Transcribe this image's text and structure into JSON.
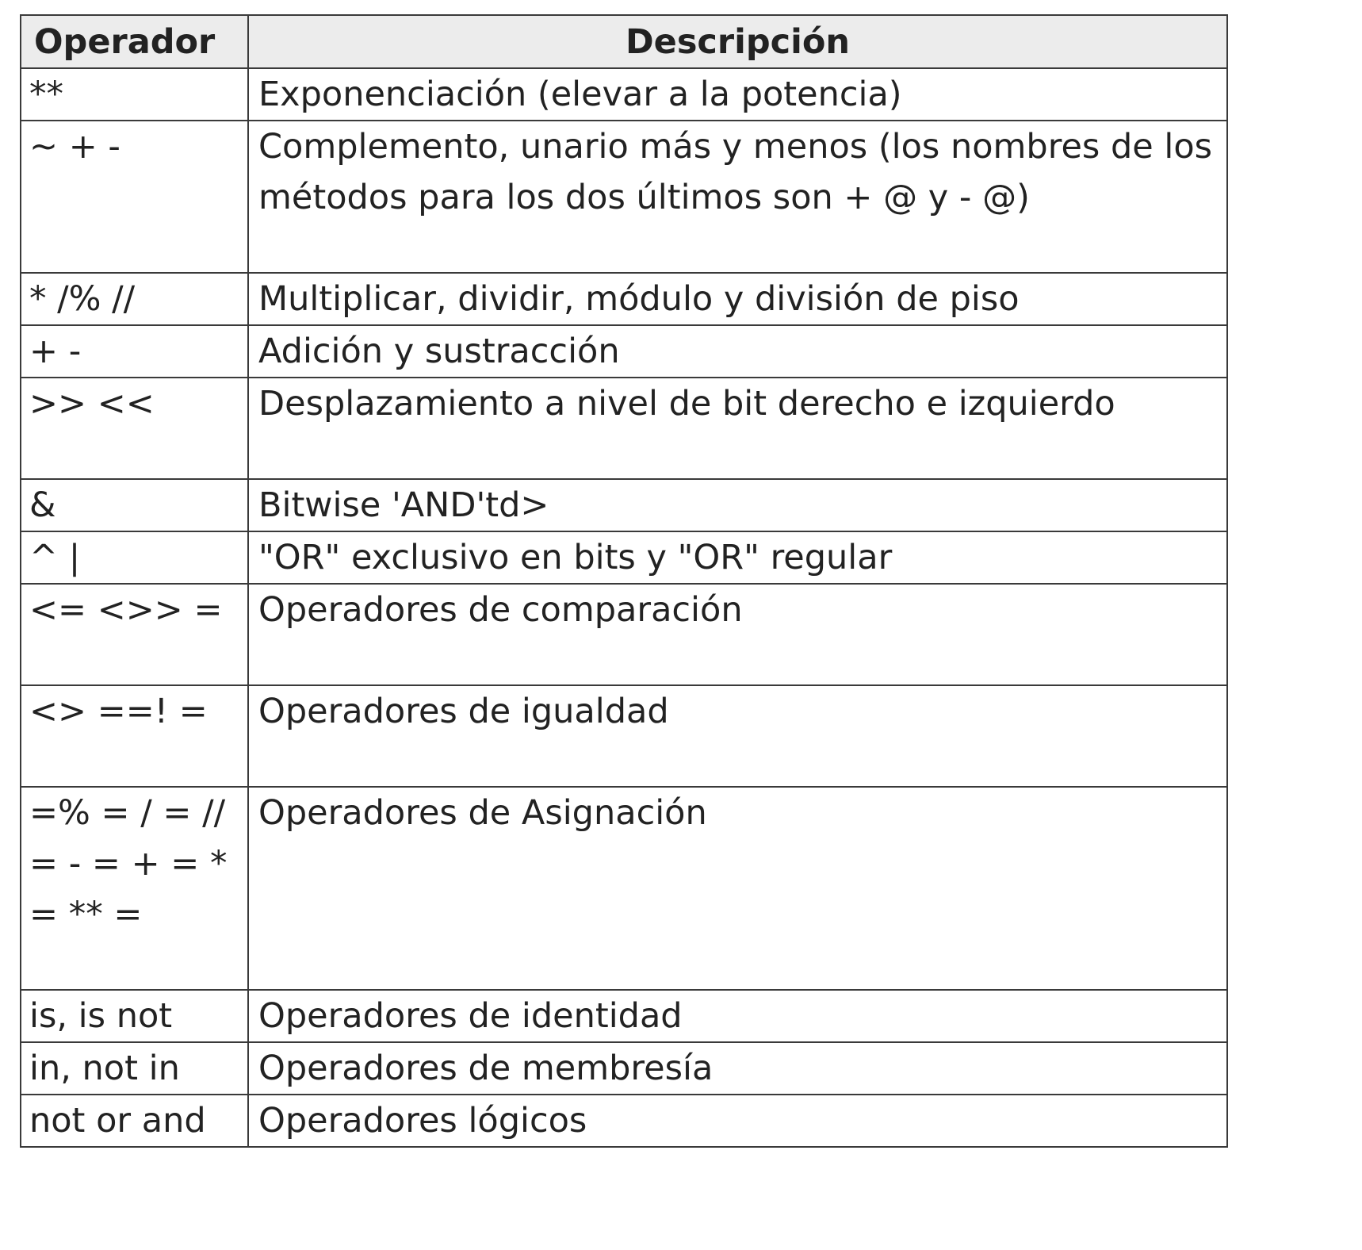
{
  "table": {
    "headers": {
      "operator": "Operador",
      "description": "Descripción"
    },
    "rows": [
      {
        "operator": "**",
        "description": "Exponenciación (elevar a la potencia)"
      },
      {
        "operator": "~ + -",
        "description": "Complemento, unario más y menos (los nombres de los métodos para los dos últimos son + @ y - @)"
      },
      {
        "operator": "* /% //",
        "description": "Multiplicar, dividir, módulo y división de piso"
      },
      {
        "operator": "+ -",
        "description": "Adición y sustracción"
      },
      {
        "operator": ">> <<",
        "description": "Desplazamiento a nivel de bit derecho e izquierdo"
      },
      {
        "operator": "&",
        "description": "Bitwise 'AND'td>"
      },
      {
        "operator": "^ |",
        "description": "\"OR\" exclusivo en bits y \"OR\" regular"
      },
      {
        "operator": "<= <>> =",
        "description": "Operadores de comparación"
      },
      {
        "operator": "<> ==! =",
        "description": "Operadores de igualdad"
      },
      {
        "operator": "=% = / = // = - = + = * = ** =",
        "description": "Operadores de Asignación"
      },
      {
        "operator": "is, is not",
        "description": "Operadores de identidad"
      },
      {
        "operator": "in, not in",
        "description": "Operadores de membresía"
      },
      {
        "operator": "not or and",
        "description": "Operadores lógicos"
      }
    ]
  }
}
